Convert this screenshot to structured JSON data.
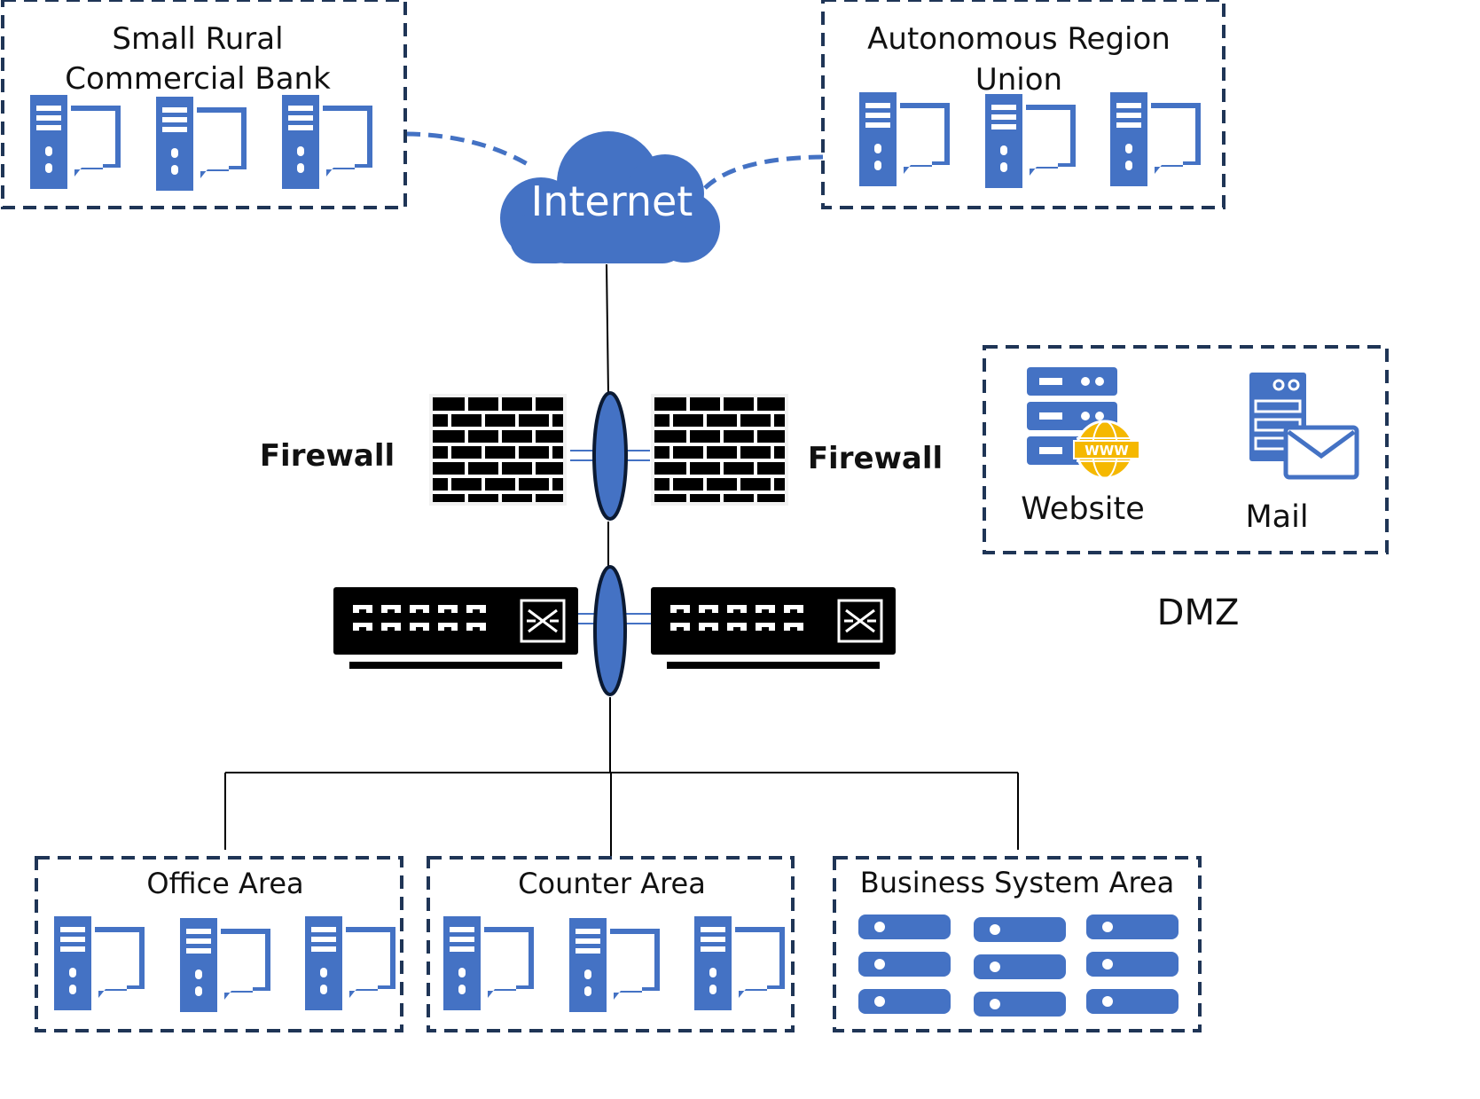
{
  "colors": {
    "accent": "#4472C4",
    "box_border": "#1F3556",
    "device": "#000000",
    "www_badge": "#F5B800"
  },
  "zones": {
    "rural_bank": {
      "title_line1": "Small Rural",
      "title_line2": "Commercial Bank",
      "icons": [
        "pc-tower-icon",
        "pc-tower-icon",
        "pc-tower-icon"
      ]
    },
    "region_union": {
      "title_line1": "Autonomous Region",
      "title_line2": "Union",
      "icons": [
        "pc-tower-icon",
        "pc-tower-icon",
        "pc-tower-icon"
      ]
    },
    "office": {
      "title": "Office Area",
      "icons": [
        "pc-tower-icon",
        "pc-tower-icon",
        "pc-tower-icon"
      ]
    },
    "counter": {
      "title": "Counter Area",
      "icons": [
        "pc-tower-icon",
        "pc-tower-icon",
        "pc-tower-icon"
      ]
    },
    "business": {
      "title": "Business System Area",
      "icons": [
        "server-rack-icon",
        "server-rack-icon",
        "server-rack-icon"
      ]
    }
  },
  "internet": {
    "label": "Internet",
    "icon": "cloud-icon"
  },
  "firewalls": {
    "left_label": "Firewall",
    "right_label": "Firewall",
    "icon": "brick-wall-icon"
  },
  "switches": {
    "icon": "network-switch-icon"
  },
  "dmz": {
    "label": "DMZ",
    "website": {
      "label": "Website",
      "icon": "web-server-icon"
    },
    "mail": {
      "label": "Mail",
      "icon": "mail-server-icon"
    }
  }
}
